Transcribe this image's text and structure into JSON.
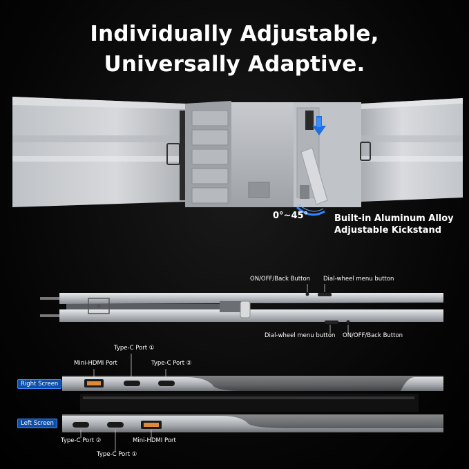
{
  "headline": {
    "line1": "Individually Adjustable,",
    "line2": "Universally Adaptive."
  },
  "kickstand": {
    "angle": "0°~45°",
    "label_line1": "Built-in Aluminum Alloy",
    "label_line2": "Adjustable Kickstand"
  },
  "side_view": {
    "top_button_label": "ON/OFF/Back Button",
    "top_dial_label": "Dial-wheel menu button",
    "bottom_dial_label": "Dial-wheel menu button",
    "bottom_button_label": "ON/OFF/Back Button"
  },
  "right_screen": {
    "badge": "Right Screen",
    "port_mini_hdmi": "Mini-HDMI Port",
    "port_typec_1": "Type-C Port ①",
    "port_typec_2": "Type-C Port ②"
  },
  "left_screen": {
    "badge": "Left Screen",
    "port_typec_2": "Type-C Port ②",
    "port_typec_1": "Type-C Port ①",
    "port_mini_hdmi": "Mini-HDMI Port"
  },
  "colors": {
    "accent_blue": "#2f86ff",
    "badge_blue": "#0d4fa8",
    "hdmi_orange": "#e0893a",
    "aluminum": "#c9ccd1"
  }
}
